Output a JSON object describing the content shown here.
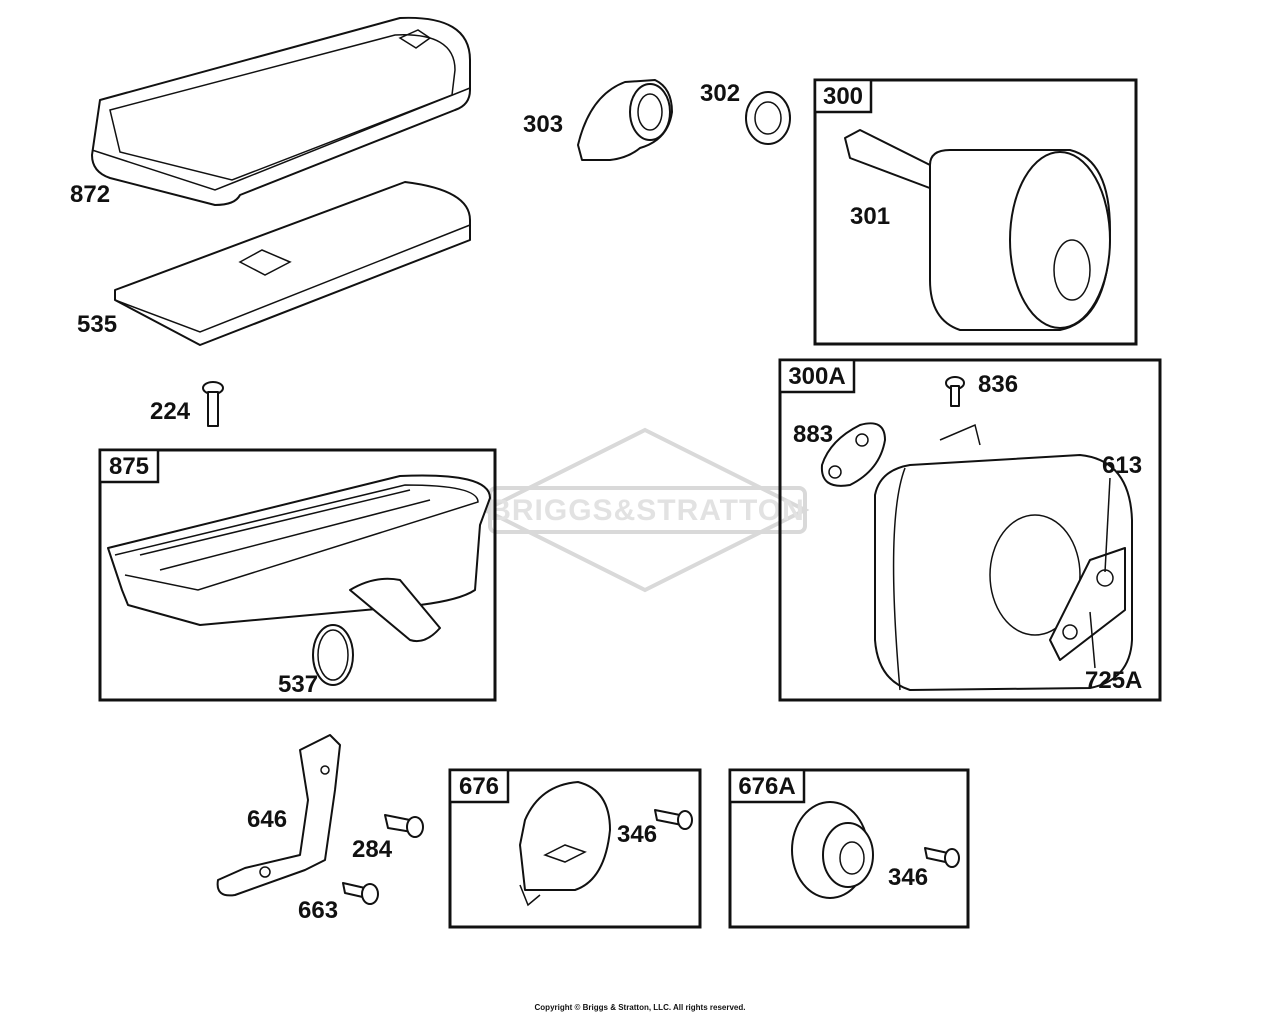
{
  "watermark": {
    "text": "BRIGGS&STRATTON"
  },
  "groups": [
    {
      "id": "300",
      "label": "300"
    },
    {
      "id": "300A",
      "label": "300A"
    },
    {
      "id": "875",
      "label": "875"
    },
    {
      "id": "676",
      "label": "676"
    },
    {
      "id": "676A",
      "label": "676A"
    }
  ],
  "callouts": {
    "c872": "872",
    "c535": "535",
    "c224": "224",
    "c303": "303",
    "c302": "302",
    "c301": "301",
    "c836": "836",
    "c883": "883",
    "c613": "613",
    "c725A": "725A",
    "c537": "537",
    "c646": "646",
    "c284": "284",
    "c663": "663",
    "c346a": "346",
    "c346b": "346"
  },
  "footer": {
    "copyright": "Copyright © Briggs & Stratton, LLC. All rights reserved."
  }
}
